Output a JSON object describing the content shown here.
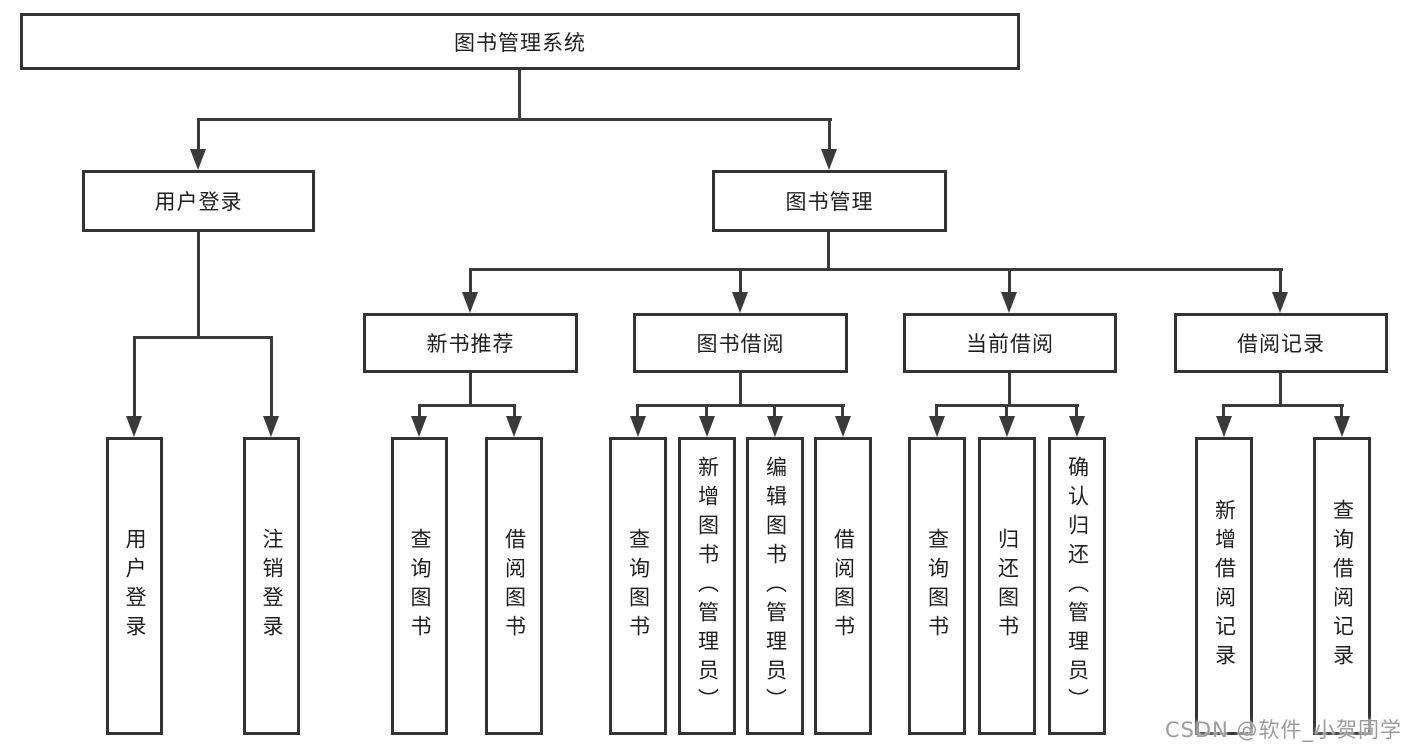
{
  "diagram": {
    "root": "图书管理系统",
    "branches": [
      {
        "label": "用户登录",
        "children": [
          "用户登录",
          "注销登录"
        ]
      },
      {
        "label": "图书管理",
        "children": [
          {
            "label": "新书推荐",
            "children": [
              "查询图书",
              "借阅图书"
            ]
          },
          {
            "label": "图书借阅",
            "children": [
              "查询图书",
              "新增图书（管理员）",
              "编辑图书（管理员）",
              "借阅图书"
            ]
          },
          {
            "label": "当前借阅",
            "children": [
              "查询图书",
              "归还图书",
              "确认归还（管理员）"
            ]
          },
          {
            "label": "借阅记录",
            "children": [
              "新增借阅记录",
              "查询借阅记录"
            ]
          }
        ]
      }
    ],
    "colors": {
      "line": "#3a3a3a",
      "box_border": "#333333",
      "text": "#1f1f1f",
      "background": "#ffffff",
      "watermark": "#9c9c9c"
    }
  },
  "watermark": "CSDN @软件_小贺同学"
}
